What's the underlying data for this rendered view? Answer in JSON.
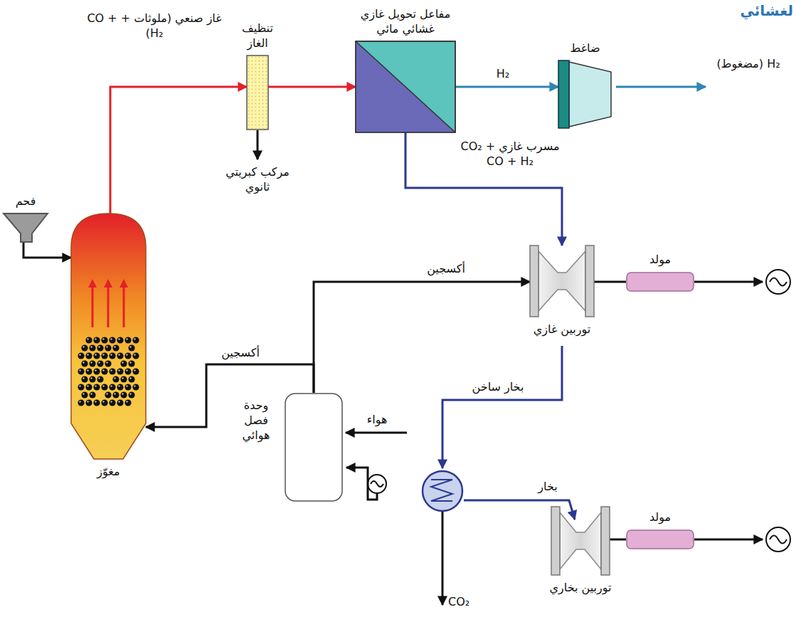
{
  "diagram": {
    "title": "لغشائي",
    "nodes": [
      {
        "text": [
          "فحم"
        ]
      },
      {
        "text": [
          "مغوّز"
        ]
      },
      {
        "text": [
          "تنظيف الغاز"
        ]
      },
      {
        "text": [
          "مفاعل تحويل غازي غشائي مائي"
        ]
      },
      {
        "text": [
          "ضاغط"
        ]
      },
      {
        "text": [
          "وحدة فصل هوائي"
        ]
      },
      {
        "text": [
          "توربين غازي"
        ]
      },
      {
        "text": [
          "مولد"
        ]
      },
      {
        "text": [
          "توربين بخاري"
        ]
      },
      {
        "text": [
          "مولد"
        ]
      }
    ],
    "edges": [
      {
        "from": 0,
        "to": 1,
        "arrow": "to"
      },
      {
        "from": 1,
        "to": 2,
        "label": "غاز صنعي (ملوثات + CO + H₂)",
        "arrow": "to"
      },
      {
        "from": 2,
        "to": 3,
        "arrow": "to"
      },
      {
        "from": 3,
        "to": 4,
        "label": "H₂",
        "arrow": "to"
      },
      {
        "from": 3,
        "to": 6,
        "label": "مسرب غازي CO₂ + CO + H₂",
        "arrow": "to"
      },
      {
        "from": 5,
        "to": 1,
        "label": "أكسجين",
        "arrow": "to"
      },
      {
        "from": 5,
        "to": 6,
        "label": "أكسجين",
        "arrow": "to"
      },
      {
        "from": 6,
        "to": 7,
        "arrow": "none"
      },
      {
        "from": 8,
        "to": 9,
        "arrow": "none"
      }
    ],
    "labels": [
      "مركب كبريتي ثانوي",
      "H₂ (مضغوط)",
      "هواء",
      "بخار ساخن",
      "بخار",
      "CO₂"
    ]
  }
}
